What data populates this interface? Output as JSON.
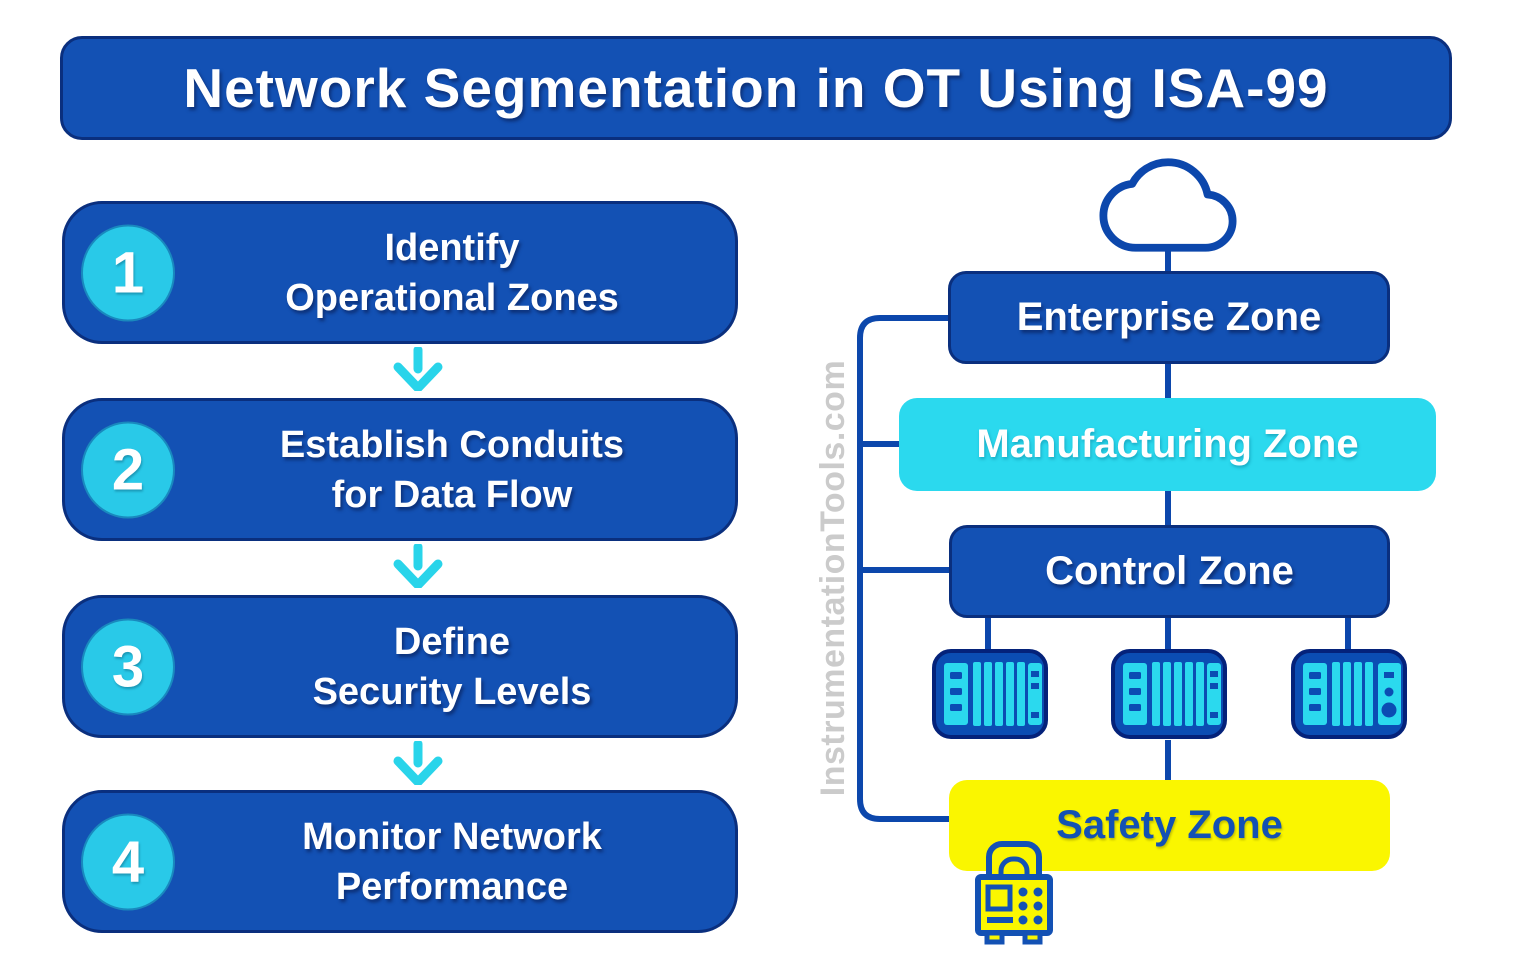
{
  "title": "Network Segmentation in OT Using ISA-99",
  "steps": [
    {
      "number": "1",
      "line1": "Identify",
      "line2": "Operational Zones"
    },
    {
      "number": "2",
      "line1": "Establish Conduits",
      "line2": "for Data Flow"
    },
    {
      "number": "3",
      "line1": "Define",
      "line2": "Security Levels"
    },
    {
      "number": "4",
      "line1": "Monitor Network",
      "line2": "Performance"
    }
  ],
  "zones": {
    "enterprise": {
      "label": "Enterprise Zone",
      "fill": "#1351B4",
      "text_color": "#FFFFFF"
    },
    "manufacturing": {
      "label": "Manufacturing Zone",
      "fill": "#2BD9EE",
      "text_color": "#FFFFFF"
    },
    "control": {
      "label": "Control Zone",
      "fill": "#1351B4",
      "text_color": "#FFFFFF"
    },
    "safety": {
      "label": "Safety Zone",
      "fill": "#FAF600",
      "text_color": "#1351B4"
    }
  },
  "watermark": "InstrumentationTools.com",
  "icons": {
    "cloud": "cloud-icon",
    "plc": "plc-device-icon",
    "safety_device": "safety-controller-icon",
    "down_arrow": "down-arrow-icon"
  },
  "colors": {
    "primary_blue": "#1351B4",
    "connector_blue": "#0C47AC",
    "badge_cyan": "#29C9E8",
    "bright_cyan": "#2BD9EE",
    "arrow_cyan": "#29D4EA",
    "safety_yellow": "#FAF600",
    "watermark_gray": "#CBCBCB",
    "background": "#FFFFFF"
  }
}
